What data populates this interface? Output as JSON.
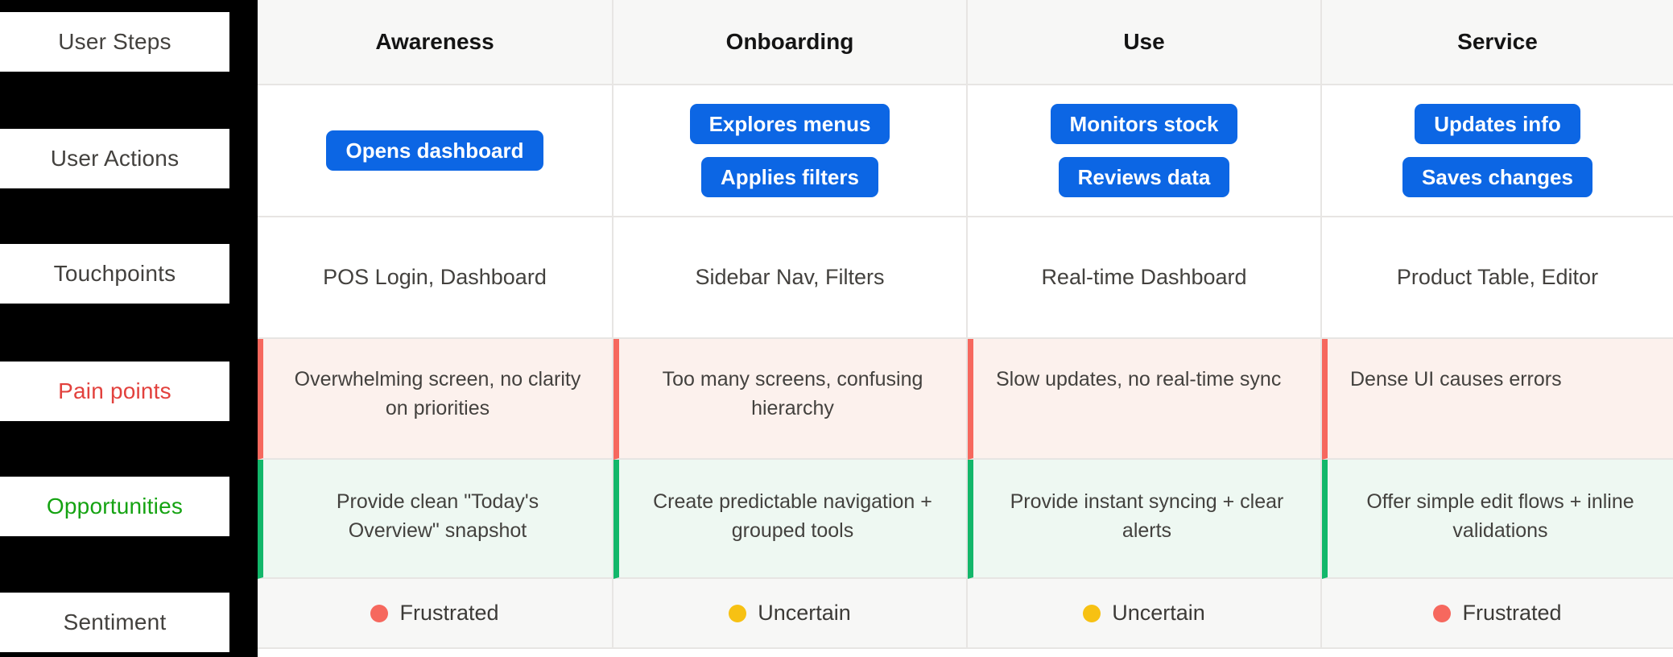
{
  "sidebar": {
    "items": [
      {
        "label": "User Steps"
      },
      {
        "label": "User Actions"
      },
      {
        "label": "Touchpoints"
      },
      {
        "label": "Pain points"
      },
      {
        "label": "Opportunities"
      },
      {
        "label": "Sentiment"
      }
    ]
  },
  "columns": [
    {
      "title": "Awareness",
      "actions": [
        "Opens dashboard"
      ],
      "touchpoints": "POS Login, Dashboard",
      "pain_point": "Overwhelming screen, no clarity on priorities",
      "opportunity": "Provide clean \"Today's Overview\" snapshot",
      "sentiment": {
        "label": "Frustrated",
        "mood": "negative"
      }
    },
    {
      "title": "Onboarding",
      "actions": [
        "Explores menus",
        "Applies filters"
      ],
      "touchpoints": "Sidebar Nav, Filters",
      "pain_point": "Too many screens, confusing hierarchy",
      "opportunity": "Create predictable navigation + grouped tools",
      "sentiment": {
        "label": "Uncertain",
        "mood": "caution"
      }
    },
    {
      "title": "Use",
      "actions": [
        "Monitors stock",
        "Reviews data"
      ],
      "touchpoints": "Real-time Dashboard",
      "pain_point": "Slow updates, no real-time sync",
      "opportunity": "Provide instant syncing + clear alerts",
      "sentiment": {
        "label": "Uncertain",
        "mood": "caution"
      }
    },
    {
      "title": "Service",
      "actions": [
        "Updates info",
        "Saves changes"
      ],
      "touchpoints": "Product Table, Editor",
      "pain_point": "Dense UI causes errors",
      "opportunity": "Offer simple edit flows + inline validations",
      "sentiment": {
        "label": "Frustrated",
        "mood": "negative"
      }
    }
  ],
  "colors": {
    "accent_blue": "#0c66e4",
    "pain_bar_red": "#f6685e",
    "opportunity_bar_green": "#12b76a",
    "caution_yellow": "#f7c113",
    "pain_label_red": "#e2413d",
    "opportunity_label_green": "#15a312",
    "rail_black": "#000000",
    "row_gray": "#f7f7f6",
    "pain_bg": "#fcf1ed",
    "opportunity_bg": "#eef8f2"
  }
}
